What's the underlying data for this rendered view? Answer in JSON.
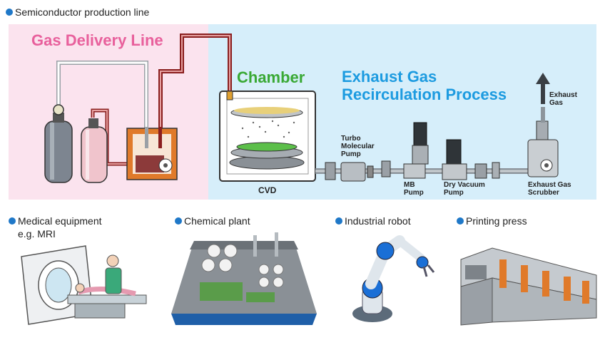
{
  "header": {
    "title": "Semiconductor production line"
  },
  "diagram": {
    "gas_delivery": "Gas Delivery Line",
    "chamber": "Chamber",
    "exhaust_line1": "Exhaust Gas",
    "exhaust_line2": "Recirculation Process",
    "cvd": "CVD",
    "turbo1": "Turbo",
    "turbo2": "Molecular",
    "turbo3": "Pump",
    "mb1": "MB",
    "mb2": "Pump",
    "dry1": "Dry Vacuum",
    "dry2": "Pump",
    "scrub1": "Exhaust Gas",
    "scrub2": "Scrubber",
    "out1": "Exhaust",
    "out2": "Gas"
  },
  "applications": {
    "medical1": "Medical equipment",
    "medical2": "e.g. MRI",
    "chemical": "Chemical plant",
    "robot": "Industrial robot",
    "printing": "Printing press"
  },
  "colors": {
    "accent_blue": "#1d9be0",
    "pink": "#e8609c",
    "green": "#3aa935",
    "bullet": "#1f78c8"
  }
}
